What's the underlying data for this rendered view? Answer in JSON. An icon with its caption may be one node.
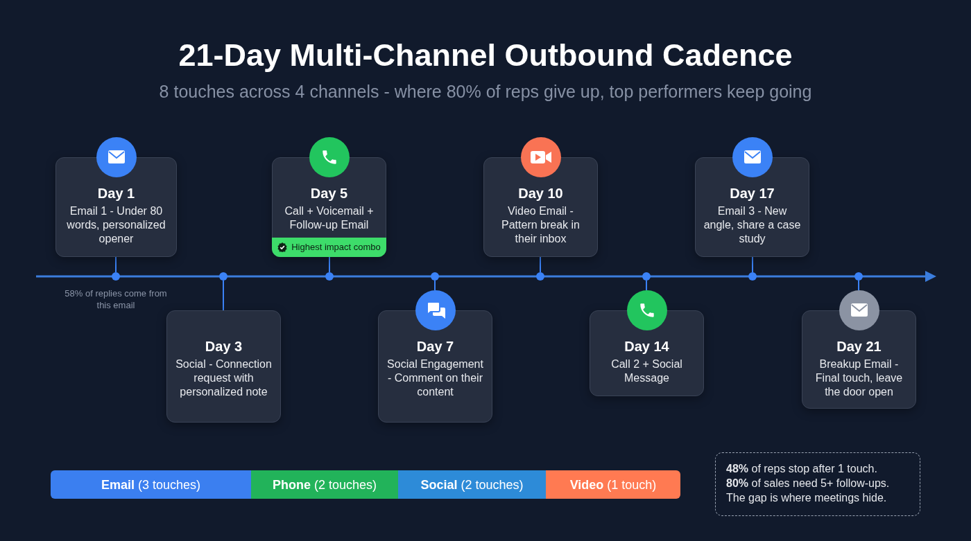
{
  "diagram": {
    "title": "21-Day Multi-Channel Outbound Cadence",
    "nodes": [
      {
        "text": [
          "Day 1",
          "Email 1 - Under 80 words, personalized opener"
        ]
      },
      {
        "text": [
          "Day 3",
          "Social - Connection request with personalized note"
        ]
      },
      {
        "text": [
          "Day 5",
          "Call + Voicemail + Follow-up Email"
        ]
      },
      {
        "text": [
          "Highest impact combo"
        ],
        "in": 2
      },
      {
        "text": [
          "Day 7",
          "Social Engagement - Comment on their content"
        ]
      },
      {
        "text": [
          "Day 10",
          "Video Email - Pattern break in their inbox"
        ]
      },
      {
        "text": [
          "Day 14",
          "Call 2 + Social Message"
        ]
      },
      {
        "text": [
          "Day 17",
          "Email 3 - New angle, share a case study"
        ]
      },
      {
        "text": [
          "Day 21",
          "Breakup Email - Final touch, leave the door open"
        ]
      },
      {
        "text": [],
        "shape": "circle"
      },
      {
        "text": [],
        "shape": "circle"
      },
      {
        "text": [],
        "shape": "circle"
      },
      {
        "text": [],
        "shape": "circle"
      },
      {
        "text": [],
        "shape": "circle"
      },
      {
        "text": [],
        "shape": "circle"
      },
      {
        "text": [],
        "shape": "circle"
      },
      {
        "text": [],
        "shape": "circle"
      },
      {
        "text": [
          "**48%** of reps stop after 1 touch.",
          "**80%** of sales need 5+ follow-ups.",
          "The gap is where meetings hide."
        ]
      }
    ],
    "edges": [
      {
        "from": 0,
        "to": 9,
        "arrow": "none"
      },
      {
        "from": 1,
        "to": 10,
        "arrow": "none"
      },
      {
        "from": 2,
        "to": 11,
        "arrow": "none"
      },
      {
        "from": 4,
        "to": 12,
        "arrow": "none"
      },
      {
        "from": 5,
        "to": 13,
        "arrow": "none"
      },
      {
        "from": 6,
        "to": 14,
        "arrow": "none"
      },
      {
        "from": 7,
        "to": 15,
        "arrow": "none"
      },
      {
        "from": 8,
        "to": 16,
        "arrow": "none"
      }
    ],
    "labels": [
      "8 touches across 4 channels - where 80% of reps give up, top performers keep going",
      "58% of replies come from this email"
    ],
    "legend": [
      {
        "text": "**Email** (3 touches)",
        "color": "#3b7ff0"
      },
      {
        "text": "**Phone** (2 touches)",
        "color": "#22b35a"
      },
      {
        "text": "**Social** (2 touches)",
        "color": "#2d8bd8"
      },
      {
        "text": "**Video** (1 touch)",
        "color": "#ff7a52"
      }
    ]
  }
}
